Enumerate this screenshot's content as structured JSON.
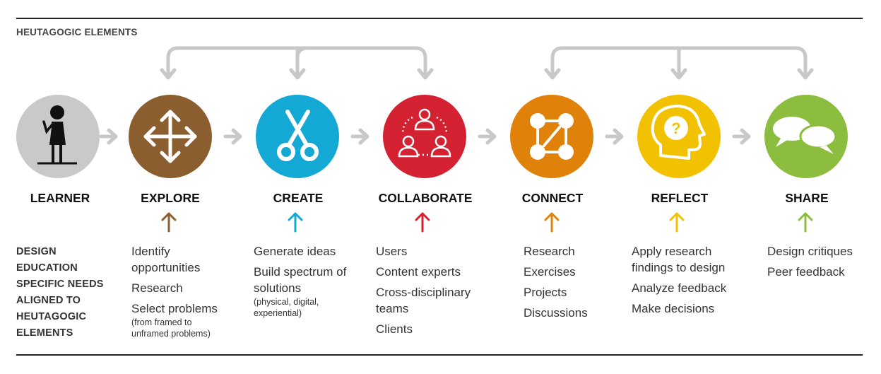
{
  "heading": "HEUTAGOGIC ELEMENTS",
  "colors": {
    "learner": "#c9c9c9",
    "explore": "#8b5e2f",
    "create": "#14a8d5",
    "collaborate": "#d42233",
    "connect": "#e0820a",
    "reflect": "#f2c100",
    "share": "#8cbd3f",
    "connector": "#c8c8c8"
  },
  "learner": {
    "label": "LEARNER",
    "description": [
      "DESIGN",
      "EDUCATION",
      "SPECIFIC NEEDS",
      "ALIGNED TO",
      "HEUTAGOGIC",
      "ELEMENTS"
    ],
    "icon": "person-icon"
  },
  "stages": [
    {
      "label": "EXPLORE",
      "icon": "four-way-arrows-icon",
      "items": [
        {
          "text": "Identify opportunities"
        },
        {
          "text": "Research"
        },
        {
          "text": "Select problems",
          "note": "(from framed to unframed problems)"
        }
      ]
    },
    {
      "label": "CREATE",
      "icon": "scissors-icon",
      "items": [
        {
          "text": "Generate ideas"
        },
        {
          "text": "Build spectrum of solutions",
          "note": "(physical, digital, experiential)"
        }
      ]
    },
    {
      "label": "COLLABORATE",
      "icon": "people-network-icon",
      "items": [
        {
          "text": "Users"
        },
        {
          "text": "Content experts"
        },
        {
          "text": "Cross-disciplinary teams"
        },
        {
          "text": "Clients"
        }
      ]
    },
    {
      "label": "CONNECT",
      "icon": "connected-nodes-icon",
      "items": [
        {
          "text": "Research"
        },
        {
          "text": "Exercises"
        },
        {
          "text": "Projects"
        },
        {
          "text": "Discussions"
        }
      ]
    },
    {
      "label": "REFLECT",
      "icon": "head-question-icon",
      "items": [
        {
          "text": "Apply research findings to design"
        },
        {
          "text": "Analyze feedback"
        },
        {
          "text": "Make decisions"
        }
      ]
    },
    {
      "label": "SHARE",
      "icon": "speech-bubbles-icon",
      "items": [
        {
          "text": "Design critiques"
        },
        {
          "text": "Peer feedback"
        }
      ]
    }
  ]
}
